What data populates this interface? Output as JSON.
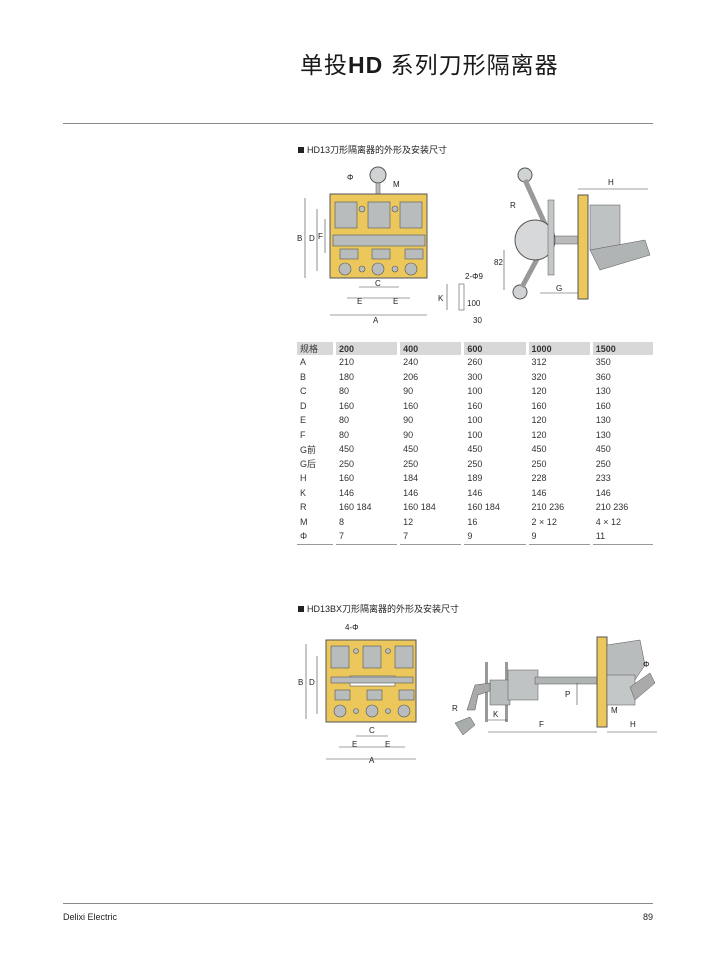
{
  "page": {
    "title_pre": "单投",
    "title_bold": "HD",
    "title_post": " 系列刀形隔离器"
  },
  "section1": {
    "heading": "HD13刀形隔离器的外形及安装尺寸",
    "labels": {
      "phi": "Φ",
      "m": "M",
      "b": "B",
      "d": "D",
      "f": "F",
      "c": "C",
      "e1": "E",
      "e2": "E",
      "a": "A",
      "hole": "2-Φ9",
      "k": "K",
      "h100": "100",
      "w30": "30",
      "r": "R",
      "h": "H",
      "v82": "82",
      "g": "G"
    }
  },
  "table": {
    "headers": [
      "规格",
      "200",
      "400",
      "600",
      "1000",
      "1500"
    ],
    "rows": [
      [
        "A",
        "210",
        "240",
        "260",
        "312",
        "350"
      ],
      [
        "B",
        "180",
        "206",
        "300",
        "320",
        "360"
      ],
      [
        "C",
        "80",
        "90",
        "100",
        "120",
        "130"
      ],
      [
        "D",
        "160",
        "160",
        "160",
        "160",
        "160"
      ],
      [
        "E",
        "80",
        "90",
        "100",
        "120",
        "130"
      ],
      [
        "F",
        "80",
        "90",
        "100",
        "120",
        "130"
      ],
      [
        "G前",
        "450",
        "450",
        "450",
        "450",
        "450"
      ],
      [
        "G后",
        "250",
        "250",
        "250",
        "250",
        "250"
      ],
      [
        "H",
        "160",
        "184",
        "189",
        "228",
        "233"
      ],
      [
        "K",
        "146",
        "146",
        "146",
        "146",
        "146"
      ],
      [
        "R",
        "160  184",
        "160  184",
        "160  184",
        "210  236",
        "210 236"
      ],
      [
        "M",
        "8",
        "12",
        "16",
        "2 × 12",
        "4 × 12"
      ],
      [
        "Φ",
        "7",
        "7",
        "9",
        "9",
        "11"
      ]
    ]
  },
  "section2": {
    "heading": "HD13BX刀形隔离器的外形及安装尺寸",
    "labels": {
      "phi4": "4-Φ",
      "b": "B",
      "d": "D",
      "c": "C",
      "e1": "E",
      "e2": "E",
      "a": "A",
      "r": "R",
      "k": "K",
      "f": "F",
      "p": "P",
      "m": "M",
      "h": "H",
      "phi": "Φ"
    }
  },
  "footer": {
    "brand": "Delixi Electric",
    "page_number": "89"
  },
  "colors": {
    "plate": "#ecc85c",
    "metal": "#b8bcbd",
    "rule": "#888888",
    "header_bg": "#d8d8d8"
  }
}
